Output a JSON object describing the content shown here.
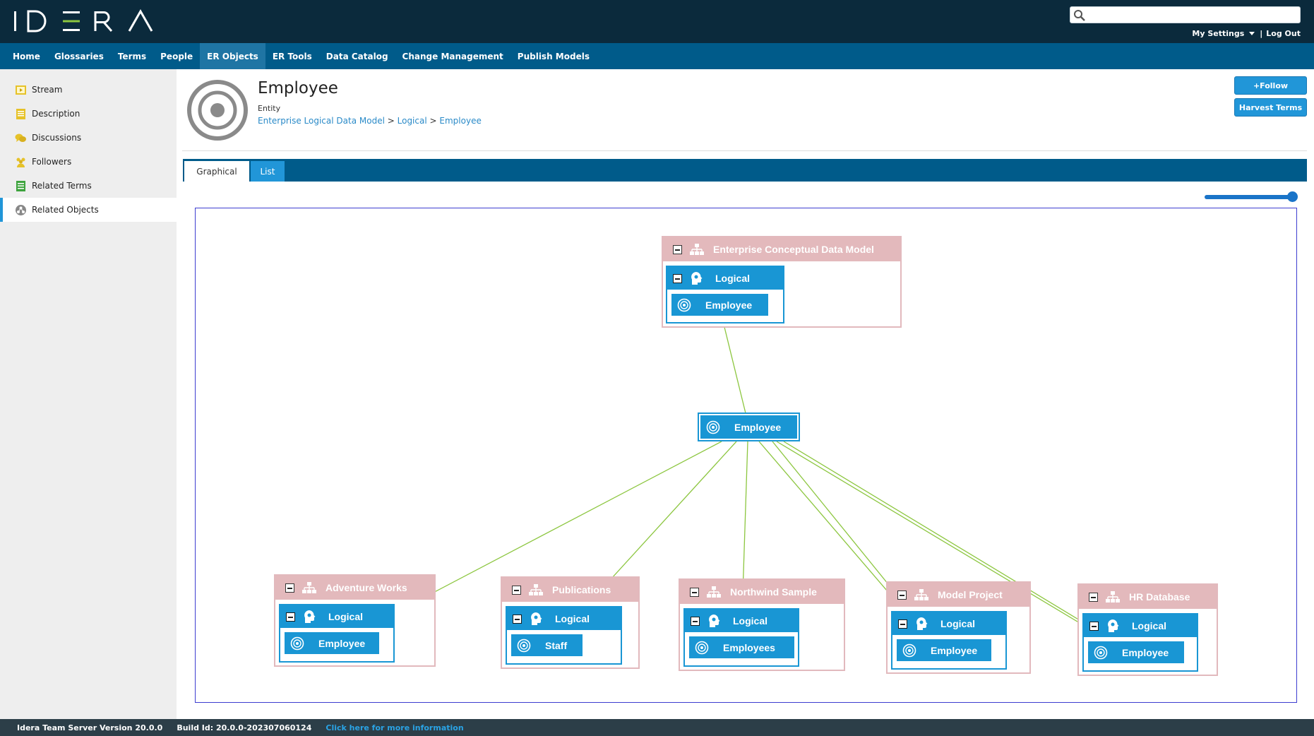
{
  "brand": {
    "logo_text": "IDERA",
    "accent": "#8cc63f"
  },
  "header": {
    "search_placeholder": "",
    "my_settings": "My Settings",
    "separator": "|",
    "logout": "Log Out"
  },
  "nav": [
    {
      "label": "Home"
    },
    {
      "label": "Glossaries"
    },
    {
      "label": "Terms"
    },
    {
      "label": "People"
    },
    {
      "label": "ER Objects",
      "active": true
    },
    {
      "label": "ER Tools"
    },
    {
      "label": "Data Catalog"
    },
    {
      "label": "Change Management"
    },
    {
      "label": "Publish Models"
    }
  ],
  "sidebar": {
    "items": [
      {
        "label": "Stream",
        "icon": "stream-icon"
      },
      {
        "label": "Description",
        "icon": "description-icon"
      },
      {
        "label": "Discussions",
        "icon": "discussions-icon"
      },
      {
        "label": "Followers",
        "icon": "followers-icon"
      },
      {
        "label": "Related Terms",
        "icon": "related-terms-icon"
      },
      {
        "label": "Related Objects",
        "icon": "related-objects-icon",
        "active": true
      }
    ]
  },
  "entity": {
    "title": "Employee",
    "type": "Entity",
    "breadcrumb": [
      "Enterprise Logical Data Model",
      "Logical",
      "Employee"
    ],
    "breadcrumb_sep": ">"
  },
  "actions": {
    "follow": "+Follow",
    "harvest": "Harvest Terms"
  },
  "tabs": {
    "graphical": "Graphical",
    "list": "List",
    "active": "graphical"
  },
  "zoom": {
    "level": 1.0
  },
  "diagram": {
    "center": {
      "name": "Employee"
    },
    "models": [
      {
        "name": "Enterprise Conceptual Data Model",
        "submodel": "Logical",
        "entity": "Employee"
      },
      {
        "name": "Adventure Works",
        "submodel": "Logical",
        "entity": "Employee"
      },
      {
        "name": "Publications",
        "submodel": "Logical",
        "entity": "Staff"
      },
      {
        "name": "Northwind Sample",
        "submodel": "Logical",
        "entity": "Employees"
      },
      {
        "name": "Model Project",
        "submodel": "Logical",
        "entity": "Employee"
      },
      {
        "name": "HR Database",
        "submodel": "Logical",
        "entity": "Employee"
      }
    ],
    "colors": {
      "model_header": "#e3b9bc",
      "entity": "#1996d4",
      "edge": "#8cc63f",
      "frame": "#3d3dd0"
    }
  },
  "footer": {
    "version": "Idera Team Server Version 20.0.0",
    "build": "Build Id: 20.0.0-202307060124",
    "info_link": "Click here for more information"
  }
}
